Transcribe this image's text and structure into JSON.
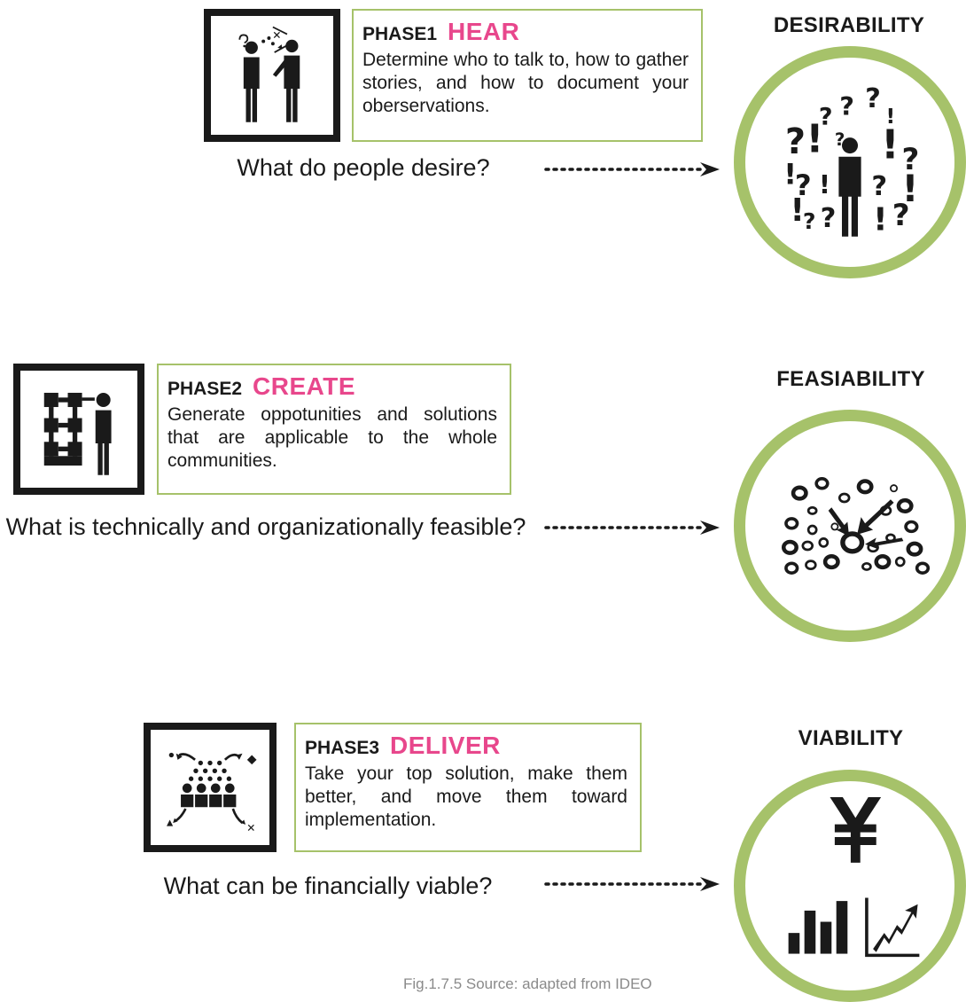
{
  "phases": [
    {
      "phase_label": "PHASE1",
      "phase_name": "HEAR",
      "description": "Determine who to talk to, how to gather stories, and how to document your oberservations.",
      "question": "What do people desire?",
      "criterion": "DESIRABILITY",
      "icon": "two-people-talking-icon",
      "circle_icon": "person-with-questions-icon"
    },
    {
      "phase_label": "PHASE2",
      "phase_name": "CREATE",
      "description": "Generate oppotunities and solutions that are applicable to the whole communities.",
      "question": "What is technically and organizationally feasible?",
      "criterion": "FEASIABILITY",
      "icon": "person-with-framework-icon",
      "circle_icon": "converging-circles-icon"
    },
    {
      "phase_label": "PHASE3",
      "phase_name": "DELIVER",
      "description": "Take your top solution, make them better, and move them toward implementation.",
      "question": "What can be financially viable?",
      "criterion": "VIABILITY",
      "icon": "group-spreading-ideas-icon",
      "circle_icon": "yen-bar-chart-growth-icon"
    }
  ],
  "caption": "Fig.1.7.5 Source: adapted from IDEO",
  "colors": {
    "accent_pink": "#e8478c",
    "circle_green": "#a6c26a",
    "box_border_green": "#a6c26a",
    "ink": "#1a1a1a",
    "caption_gray": "#8a8a8a"
  }
}
